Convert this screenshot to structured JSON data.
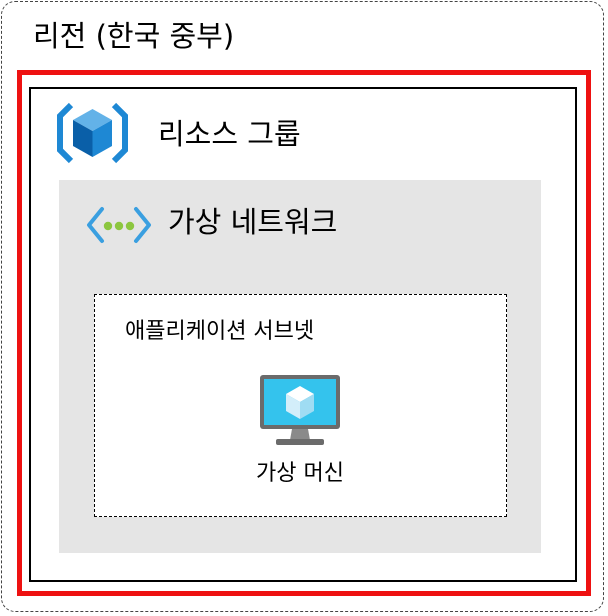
{
  "region": {
    "title": "리전 (한국 중부)",
    "border_color": "#444444"
  },
  "highlight": {
    "color": "#ee1111"
  },
  "resource_group": {
    "title": "리소스 그룹",
    "icon": "resource-group-cube-icon",
    "icon_colors": [
      "#1e88d4",
      "#0a5fa8",
      "#63b2e8"
    ]
  },
  "virtual_network": {
    "title": "가상 네트워크",
    "icon": "virtual-network-brackets-icon",
    "background": "#e5e5e5",
    "icon_colors": [
      "#3a9fe0",
      "#8cc63f"
    ]
  },
  "subnet": {
    "title": "애플리케이션 서브넷"
  },
  "virtual_machine": {
    "title": "가상 머신",
    "icon": "virtual-machine-monitor-icon",
    "icon_colors": [
      "#6b6b6b",
      "#34c3ed",
      "#a0a0a0"
    ]
  }
}
